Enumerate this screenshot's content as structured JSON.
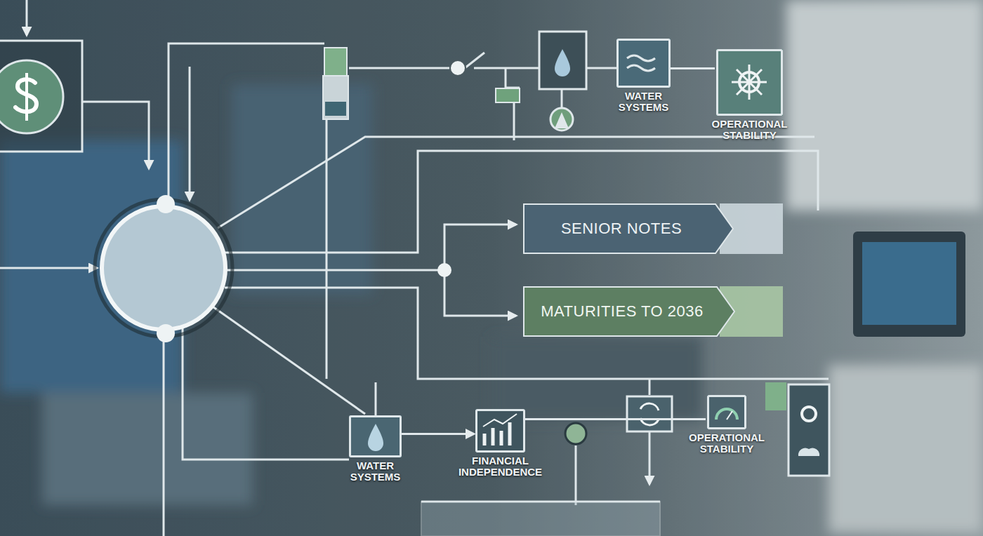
{
  "diagram": {
    "nodes": [
      {
        "text": [
          "SENIOR NOTES"
        ]
      },
      {
        "text": [
          "MATURITIES TO 2036"
        ]
      },
      {
        "text": [
          "WATER SYSTEMS"
        ]
      },
      {
        "text": [
          "OPERATIONAL STABILITY"
        ]
      },
      {
        "text": [
          "WATER SYSTEMS"
        ]
      },
      {
        "text": [
          "FINANCIAL INDEPENDENCE"
        ]
      },
      {
        "text": [
          "OPERATIONAL STABILITY"
        ]
      }
    ],
    "edges": [
      {
        "from": 2,
        "to": 3,
        "arrow": "none"
      },
      {
        "from": 4,
        "to": 5,
        "arrow": "to"
      },
      {
        "from": 5,
        "to": 6,
        "arrow": "none"
      }
    ]
  }
}
